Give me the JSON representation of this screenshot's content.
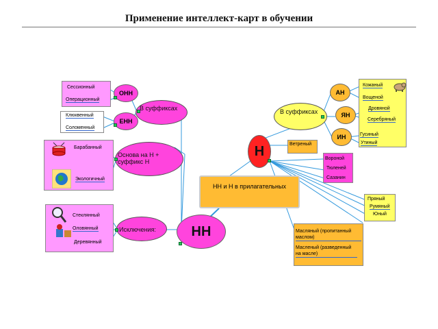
{
  "title": "Применение интеллект-карт в обучении",
  "center": "НН и Н в прилагательных",
  "n_node": "Н",
  "nn_node": "НН",
  "suffix_right": {
    "label": "В суффиксах",
    "an": "АН",
    "yan": "ЯН",
    "in": "ИН",
    "an_words": [
      "Кожаный",
      "Вощеной"
    ],
    "yan_words": [
      "Дровяной",
      "Серебряный"
    ],
    "in_words": [
      "Гусиный",
      "Утиный"
    ]
  },
  "ветреный": "Ветреный",
  "n_group": [
    "Вороной",
    "Тюленей",
    "Сазанин"
  ],
  "n_group2": [
    "Пряный",
    "Румяный",
    "Юный"
  ],
  "exceptions_right": {
    "w1": "Масляный (пропитанный маслом)",
    "w2": "Масленый (разведенный на масле)"
  },
  "suffix_left": {
    "label": "В суффиксах",
    "onn": "ОНН",
    "enn": "ЕНН",
    "onn_words": [
      "Сессионный",
      "Операционный"
    ],
    "enn_words": [
      "Клюквенный",
      "Соломенный"
    ]
  },
  "osnova": {
    "label": "Основа на Н + суффикс Н",
    "words": [
      "Барабанный",
      "Экологичный"
    ]
  },
  "exceptions_left": {
    "label": "Исключения:",
    "words": [
      "Стеклянный",
      "Оловянный",
      "Деревянный"
    ]
  },
  "colors": {
    "magenta": "#ff44dd",
    "pink": "#ff99ff",
    "yellow": "#ffff66",
    "orange": "#ffbb33",
    "red": "#ff2222",
    "link": "#3399dd",
    "connector": "#22cc55"
  }
}
